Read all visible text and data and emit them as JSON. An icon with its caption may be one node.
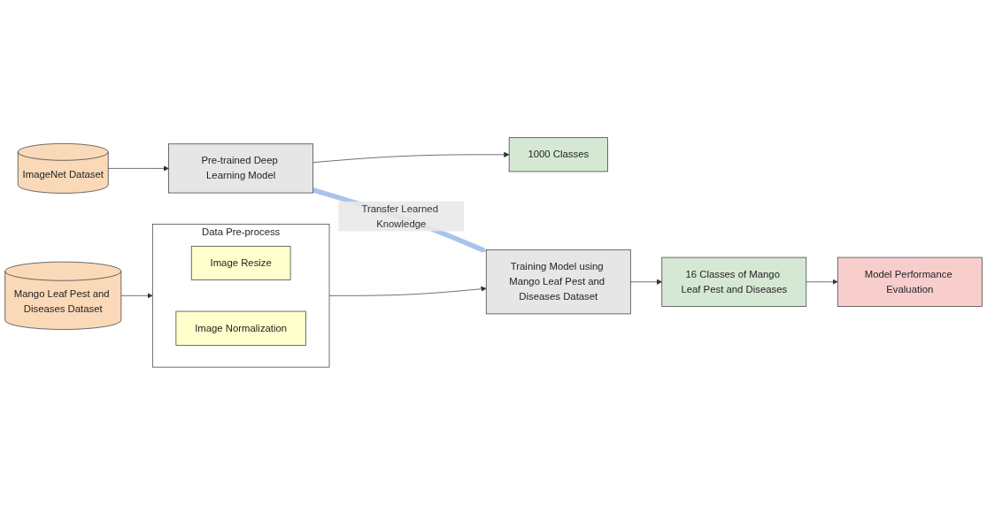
{
  "diagram": {
    "nodes": [
      {
        "text": [
          "ImageNet Dataset"
        ]
      },
      {
        "text": [
          "Pre-trained Deep Learning Model"
        ]
      },
      {
        "text": [
          "1000 Classes"
        ]
      },
      {
        "text": [
          "Mango Leaf Pest and Diseases Dataset"
        ]
      },
      {
        "text": [
          "Data Pre-process"
        ]
      },
      {
        "text": [
          "Image Resize"
        ],
        "in": 4
      },
      {
        "text": [
          "Image Normalization"
        ],
        "in": 4
      },
      {
        "text": [
          "Training Model using Mango Leaf Pest and Diseases Dataset"
        ]
      },
      {
        "text": [
          "16 Classes of Mango Leaf Pest and Diseases"
        ]
      },
      {
        "text": [
          "Model Performance Evaluation"
        ]
      }
    ],
    "edges": [
      {
        "from": 0,
        "to": 1,
        "arrow": "to"
      },
      {
        "from": 1,
        "to": 2,
        "arrow": "to"
      },
      {
        "from": 1,
        "to": 7,
        "arrow": "to",
        "label": "Transfer Learned Knowledge",
        "style": "thick",
        "color": "#a9c4eb"
      },
      {
        "from": 3,
        "to": 4,
        "arrow": "to"
      },
      {
        "from": 4,
        "to": 7,
        "arrow": "to"
      },
      {
        "from": 7,
        "to": 8,
        "arrow": "to"
      },
      {
        "from": 8,
        "to": 9,
        "arrow": "to"
      }
    ]
  }
}
